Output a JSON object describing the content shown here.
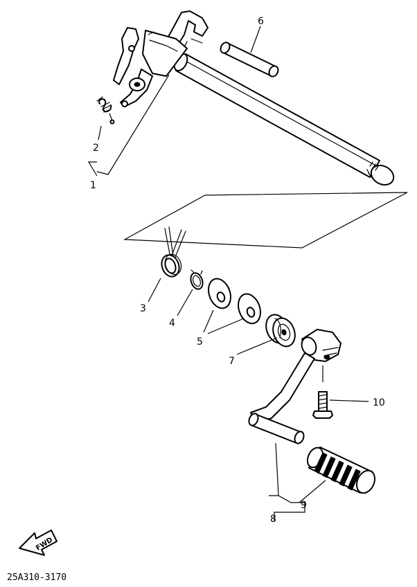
{
  "diagram_code": "25A310-3170",
  "fwd_label": "FWD",
  "callouts": [
    {
      "id": "1",
      "label": "1"
    },
    {
      "id": "2",
      "label": "2"
    },
    {
      "id": "3",
      "label": "3"
    },
    {
      "id": "4",
      "label": "4"
    },
    {
      "id": "5",
      "label": "5"
    },
    {
      "id": "6",
      "label": "6"
    },
    {
      "id": "7",
      "label": "7"
    },
    {
      "id": "8",
      "label": "8"
    },
    {
      "id": "9",
      "label": "9"
    },
    {
      "id": "10",
      "label": "10"
    }
  ]
}
